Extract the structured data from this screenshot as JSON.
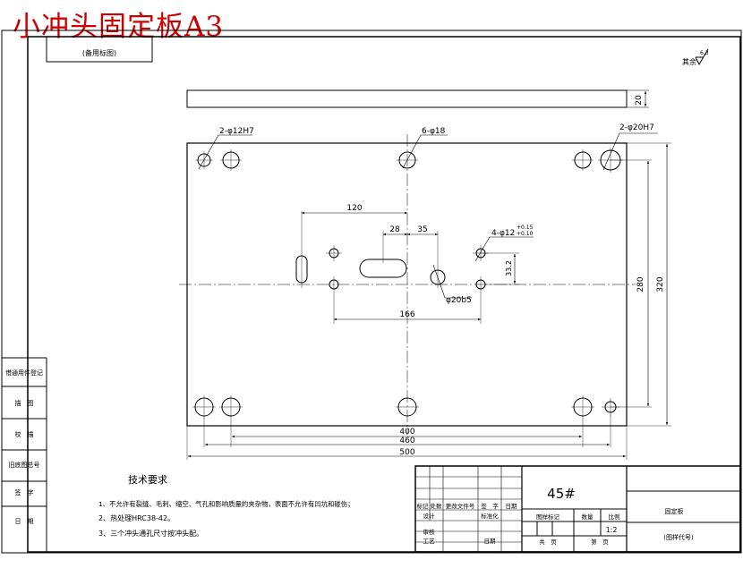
{
  "title": "小冲头固定板A3",
  "drawing_no_box": "(备用标图)",
  "roughness": {
    "label": "其余",
    "value": "6.3"
  },
  "dims": {
    "thickness": "20",
    "width_500": "500",
    "pitch_460": "460",
    "pitch_400": "400",
    "height_320": "320",
    "pitch_280": "280",
    "d120": "120",
    "d35": "35",
    "d28": "28",
    "d166": "166",
    "d33_2": "33.2"
  },
  "callouts": {
    "holes_12h7": "2-φ12H7",
    "holes_18": "6-φ18",
    "holes_20h7": "2-φ20H7",
    "holes_12": "4-φ12",
    "tol_upper": "+0.15",
    "tol_lower": "+0.10",
    "center_hole": "φ20b5"
  },
  "tech_req": {
    "heading": "技术要求",
    "items": [
      "1、不允许有裂缝、毛刺、缩空、气孔和影响质量的夹杂物，表面不允许有凹坑和碰伤；",
      "2、热处理HRC38-42。",
      "3、三个冲头通孔尺寸按冲头配。"
    ]
  },
  "side_labels": [
    "借通用件登记",
    "描　图",
    "校　描",
    "旧底图总号",
    "签　字",
    "日　期"
  ],
  "title_block": {
    "material": "45#",
    "row_headers": [
      "标记",
      "处数",
      "更改文件号",
      "签　字",
      "日期"
    ],
    "design": "设计",
    "standardize": "标准化",
    "review": "审核",
    "process": "工艺",
    "date": "日期",
    "stage_mark": "图样标记",
    "weight": "数量",
    "scale": "比例",
    "scale_value": "1:2",
    "sheets": "共　页",
    "sheet_no": "第　页",
    "part_name": "固定板",
    "drawing_code": "(图样代号)"
  }
}
